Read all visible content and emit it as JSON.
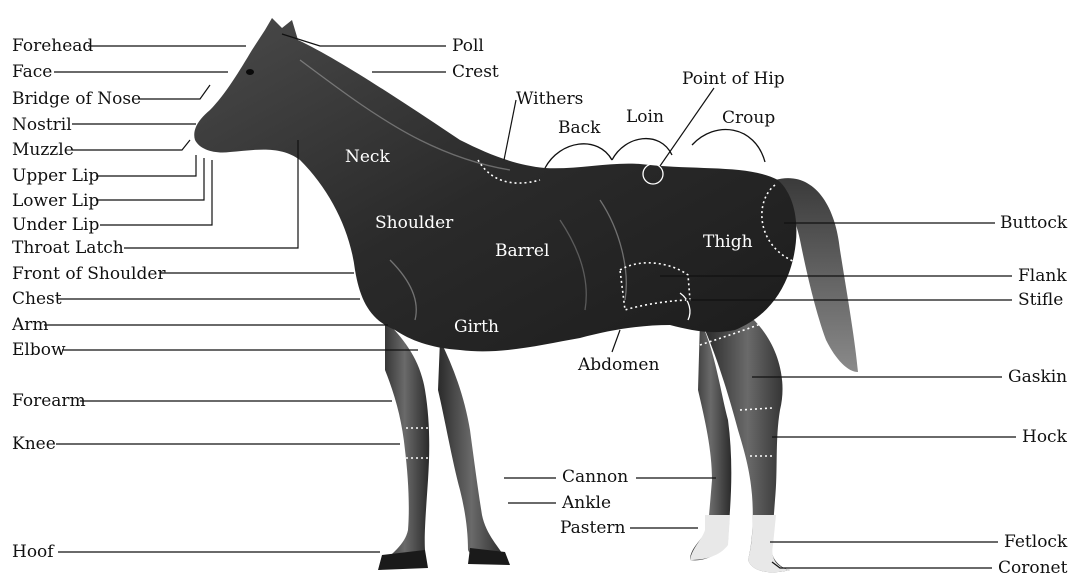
{
  "labels": {
    "forehead": "Forehead",
    "face": "Face",
    "bridge_of_nose": "Bridge of Nose",
    "nostril": "Nostril",
    "muzzle": "Muzzle",
    "upper_lip": "Upper Lip",
    "lower_lip": "Lower Lip",
    "under_lip": "Under Lip",
    "throat_latch": "Throat Latch",
    "front_of_shoulder": "Front of Shoulder",
    "chest": "Chest",
    "arm": "Arm",
    "elbow": "Elbow",
    "forearm": "Forearm",
    "knee": "Knee",
    "hoof": "Hoof",
    "poll": "Poll",
    "crest": "Crest",
    "withers": "Withers",
    "back": "Back",
    "loin": "Loin",
    "point_of_hip": "Point of Hip",
    "croup": "Croup",
    "buttock": "Buttock",
    "flank": "Flank",
    "stifle": "Stifle",
    "gaskin": "Gaskin",
    "hock": "Hock",
    "fetlock": "Fetlock",
    "coronet": "Coronet",
    "cannon": "Cannon",
    "ankle": "Ankle",
    "pastern": "Pastern",
    "abdomen": "Abdomen",
    "neck": "Neck",
    "shoulder": "Shoulder",
    "barrel": "Barrel",
    "girth": "Girth",
    "thigh": "Thigh"
  },
  "colors": {
    "horse_body": "#2a2a2a",
    "horse_highlight": "#5a5a5a",
    "label_text": "#111111",
    "leader_lines": "#111111",
    "in_body_text": "#ffffff"
  }
}
